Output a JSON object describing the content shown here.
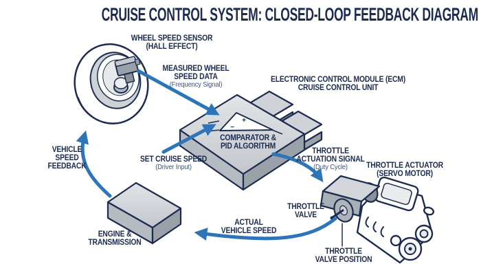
{
  "title": "CRUISE CONTROL SYSTEM: CLOSED-LOOP FEEDBACK DIAGRAM",
  "colors": {
    "text_navy": "#1c2b4e",
    "sub_label": "#3f547a",
    "arrow_blue": "#2e75b7",
    "box_top_light": "#dfe1e4",
    "box_top_dark": "#c7cbd0",
    "box_side_left": "#b6bbc1",
    "box_side_right": "#9ba1a9",
    "metal_dark": "#8a9199",
    "background": "#ffffff"
  },
  "labels": {
    "wheel_sensor": {
      "text": "WHEEL SPEED SENSOR\n(HALL EFFECT)"
    },
    "measured_signal": {
      "text": "MEASURED WHEEL\nSPEED DATA",
      "sub": "(Frequency Signal)"
    },
    "ecm": {
      "text": "ELECTRONIC CONTROL MODULE (ECM)\nCRUISE CONTROL UNIT"
    },
    "comparator": {
      "text": "COMPARATOR &\nPID ALGORITHM",
      "plus": "+",
      "minus": "−"
    },
    "set_cruise": {
      "text": "SET CRUISE SPEED",
      "sub": "(Driver Input)"
    },
    "throttle_signal": {
      "text": "THROTTLE\nACTUATION SIGNAL",
      "sub": "(Duty Cycle)"
    },
    "throttle_actuator": {
      "text": "THROTTLE ACTUATOR\n(SERVO MOTOR)"
    },
    "throttle_valve": {
      "text": "THROTTLE\nVALVE"
    },
    "throttle_valve_position": {
      "text": "THROTTLE\nVALVE POSITION"
    },
    "actual_speed": {
      "text": "ACTUAL\nVEHICLE SPEED"
    },
    "engine_transmission": {
      "text": "ENGINE &\nTRANSMISSION"
    },
    "vehicle_feedback": {
      "text": "VEHICLE\nSPEED\nFEEDBACK"
    }
  }
}
